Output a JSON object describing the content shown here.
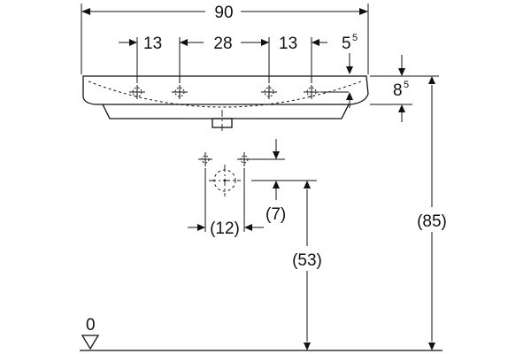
{
  "dimensions": {
    "total_width": "90",
    "left_hole_offset": "13",
    "hole_spacing": "28",
    "right_hole_offset": "13",
    "edge_offset_main": "5",
    "edge_offset_sup": "5",
    "rim_height_main": "8",
    "rim_height_sup": "5",
    "drain_horizontal": "(12)",
    "drain_vertical": "(7)",
    "drain_height": "(53)",
    "rim_height_from_floor": "(85)",
    "floor_level": "0"
  }
}
